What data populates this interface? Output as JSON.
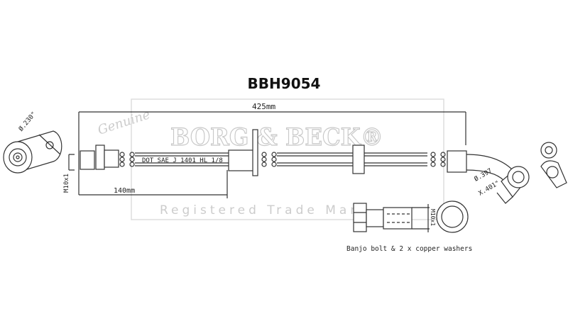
{
  "part_number": "BBH9054",
  "dimensions": {
    "overall_length": "425mm",
    "mid_length": "140mm",
    "thread_left": "M10x1",
    "thread_bolt": "M10x1",
    "hole_left": "Ø.230\"",
    "hole_right_diameter": "Ø.397",
    "hole_right_width": "X.401\""
  },
  "hose_marking": "DOT SAE J 1401 HL 1/8",
  "note": "Banjo bolt & 2 x copper washers",
  "watermark": {
    "script": "Genuine",
    "brand": "BORG & BECK®",
    "tagline": "Registered Trade Mark"
  }
}
